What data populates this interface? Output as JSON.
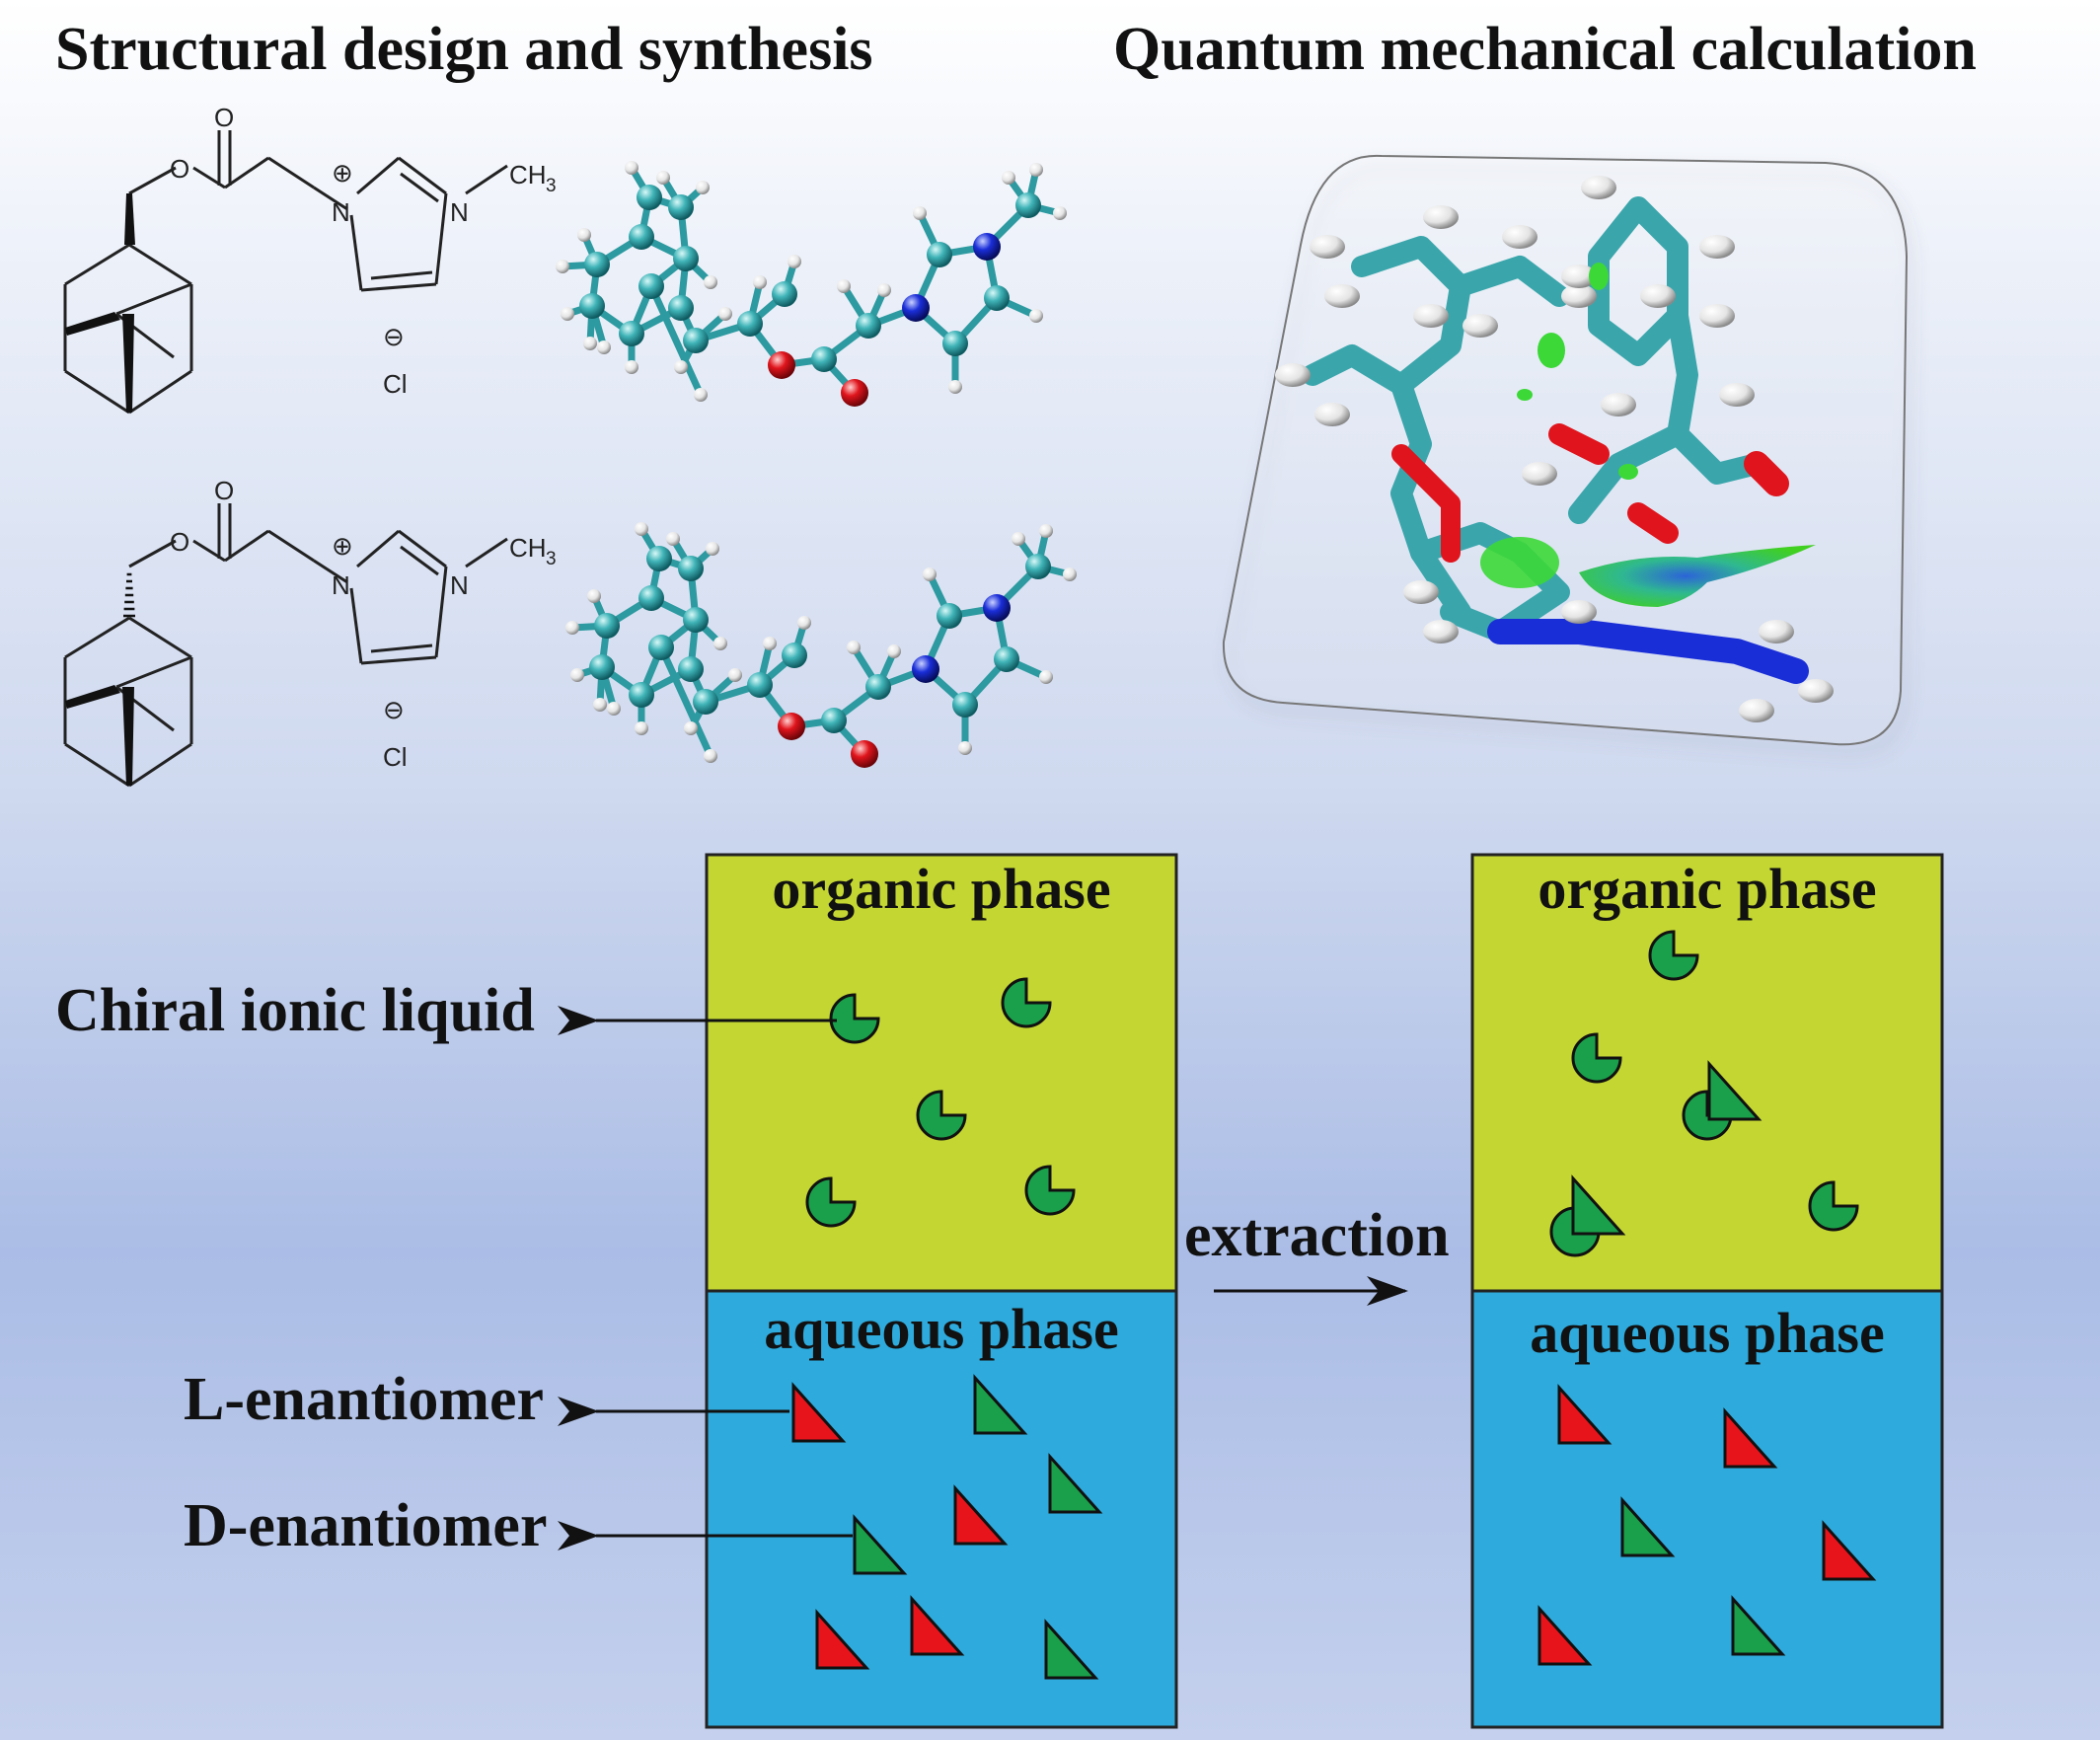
{
  "titles": {
    "left": "Structural design and synthesis",
    "right": "Quantum mechanical calculation"
  },
  "structure_labels": {
    "oxygen": "O",
    "nitrogen": "N",
    "nitrogen_plus": "N+",
    "methyl": "CH",
    "methyl_sub": "3",
    "plus": "⊕",
    "minus": "⊖",
    "chloride": "Cl"
  },
  "phases": {
    "organic": "organic  phase",
    "aqueous": "aqueous phase"
  },
  "legend": {
    "chiral_ionic_liquid": "Chiral ionic liquid",
    "l_enantiomer": "L-enantiomer",
    "d_enantiomer": "D-enantiomer"
  },
  "process": {
    "extraction": "extraction"
  },
  "colors": {
    "organic_phase": "#c4d632",
    "aqueous_phase": "#2eaadc",
    "il_marker": "#1aa04a",
    "l_enantiomer": "#e8141c",
    "d_enantiomer": "#1aa04a",
    "carbon_atom": "#40b4b8",
    "oxygen_atom": "#e0141c",
    "nitrogen_atom": "#1a2ed8",
    "hydrogen_atom": "#f0f0f0"
  },
  "icons": {
    "chiral_ionic_liquid_marker": "pac-man-circle-icon",
    "enantiomer_marker": "right-triangle-icon"
  }
}
